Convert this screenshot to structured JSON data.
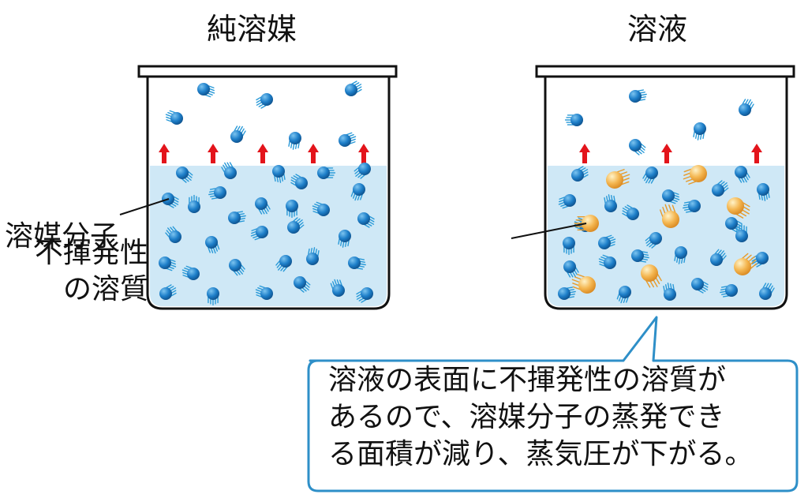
{
  "titles": {
    "pure_solvent": "純溶媒",
    "solution": "溶液"
  },
  "labels": {
    "solvent_molecule": "溶媒分子",
    "nonvolatile_line1": "不揮発性",
    "nonvolatile_line2": "の溶質"
  },
  "callout": {
    "line1": "溶液の表面に不揮発性の溶質が",
    "line2": "あるので、溶媒分子の蒸発でき",
    "line3": "る面積が減り、蒸気圧が下がる。"
  },
  "colors": {
    "liquid": "#cfe8f6",
    "solvent_molecule": "#1e7fc9",
    "solute_particle": "#f4b650",
    "evaporation_arrow": "#e3141b",
    "callout_border": "#2e8fc8"
  }
}
